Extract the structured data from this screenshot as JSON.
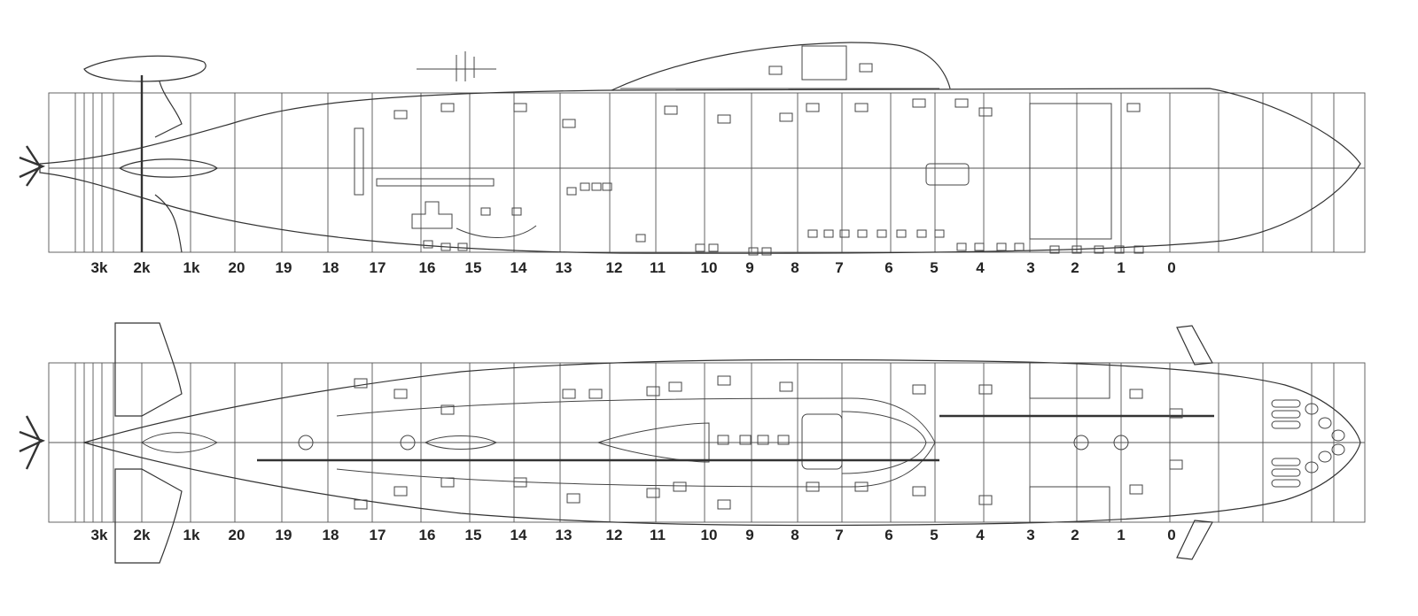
{
  "views": [
    {
      "id": "side-view",
      "frame_labels": [
        "3k",
        "2k",
        "1k",
        "20",
        "19",
        "18",
        "17",
        "16",
        "15",
        "14",
        "13",
        "12",
        "11",
        "10",
        "9",
        "8",
        "7",
        "6",
        "5",
        "4",
        "3",
        "2",
        "1",
        "0"
      ]
    },
    {
      "id": "top-view",
      "frame_labels": [
        "3k",
        "2k",
        "1k",
        "20",
        "19",
        "18",
        "17",
        "16",
        "15",
        "14",
        "13",
        "12",
        "11",
        "10",
        "9",
        "8",
        "7",
        "6",
        "5",
        "4",
        "3",
        "2",
        "1",
        "0"
      ]
    }
  ]
}
